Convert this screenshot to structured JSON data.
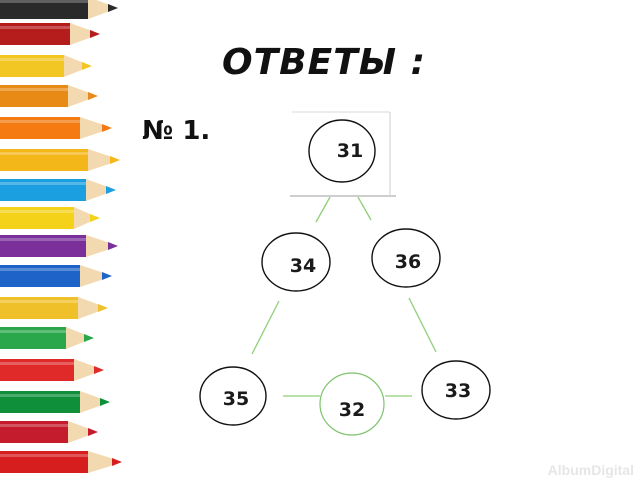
{
  "title": "ОТВЕТЫ :",
  "task_label": "№ 1.",
  "nodes": [
    {
      "id": "top",
      "value": "31"
    },
    {
      "id": "mid-left",
      "value": "34"
    },
    {
      "id": "mid-right",
      "value": "36"
    },
    {
      "id": "bottom-left",
      "value": "35"
    },
    {
      "id": "bottom-center",
      "value": "32"
    },
    {
      "id": "bottom-right",
      "value": "33"
    }
  ],
  "edges": [
    [
      "top",
      "mid-left"
    ],
    [
      "top",
      "mid-right"
    ],
    [
      "mid-left",
      "bottom-left"
    ],
    [
      "mid-right",
      "bottom-right"
    ],
    [
      "bottom-left",
      "bottom-center"
    ],
    [
      "bottom-center",
      "bottom-right"
    ]
  ],
  "colors": {
    "edge": "#8fcf78",
    "highlight_node_border": "#7cc36a",
    "node_border": "#111111"
  },
  "watermark": "AlbumDigital"
}
